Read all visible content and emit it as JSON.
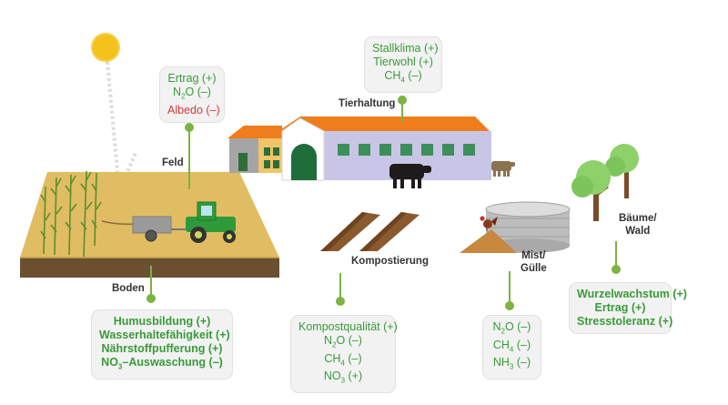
{
  "labels": {
    "feld": "Feld",
    "boden": "Boden",
    "tierhaltung": "Tierhaltung",
    "kompostierung": "Kompostierung",
    "mist_1": "Mist/",
    "mist_2": "Gülle",
    "baeume_1": "Bäume/",
    "baeume_2": "Wald"
  },
  "boxes": {
    "feld": {
      "lines": [
        {
          "text": "Ertrag (+)"
        },
        {
          "base": "N",
          "sub": "2",
          "rest": "O (–)"
        },
        {
          "text": "Albedo (–)",
          "color": "#d63a3a"
        }
      ]
    },
    "tier": {
      "lines": [
        {
          "text": "Stallklima (+)"
        },
        {
          "text": "Tierwohl (+)"
        },
        {
          "base": "CH",
          "sub": "4",
          "rest": " (–)"
        }
      ]
    },
    "boden": {
      "lines": [
        {
          "text": "Humusbildung (+)"
        },
        {
          "text": "Wasserhaltefähigkeit (+)"
        },
        {
          "text": "Nährstoffpufferung (+)"
        },
        {
          "base": "NO",
          "sub": "3",
          "rest": "–Auswaschung (–)"
        }
      ]
    },
    "kompost": {
      "lines": [
        {
          "text": "Kompostqualität (+)"
        },
        {
          "base": "N",
          "sub": "2",
          "rest": "O (–)"
        },
        {
          "base": "CH",
          "sub": "4",
          "rest": " (–)"
        },
        {
          "base": "NO",
          "sub": "3",
          "rest": " (+)"
        }
      ]
    },
    "mist": {
      "lines": [
        {
          "base": "N",
          "sub": "2",
          "rest": "O (–)"
        },
        {
          "base": "CH",
          "sub": "4",
          "rest": " (–)"
        },
        {
          "base": "NH",
          "sub": "3",
          "rest": " (–)"
        }
      ]
    },
    "baeume": {
      "lines": [
        {
          "text": "Wurzelwachstum (+)"
        },
        {
          "text": "Ertrag (+)"
        },
        {
          "text": "Stresstoleranz (+)"
        }
      ]
    }
  },
  "colors": {
    "positive": "#3a9a3a",
    "negative": "#d63a3a",
    "connector": "#7cb342",
    "field": "#e0bd63",
    "soil": "#6b5030",
    "roof": "#ef7d1c",
    "barn": "#c9c5e6",
    "tractor": "#2f9a3a"
  },
  "icons": [
    "sun-icon",
    "crop-plant-icon",
    "tractor-icon",
    "trailer-icon",
    "barn-icon",
    "farmhouse-icon",
    "cow-icon",
    "compost-heap-icon",
    "slurry-tank-icon",
    "manure-pile-icon",
    "rooster-icon",
    "tree-icon"
  ]
}
